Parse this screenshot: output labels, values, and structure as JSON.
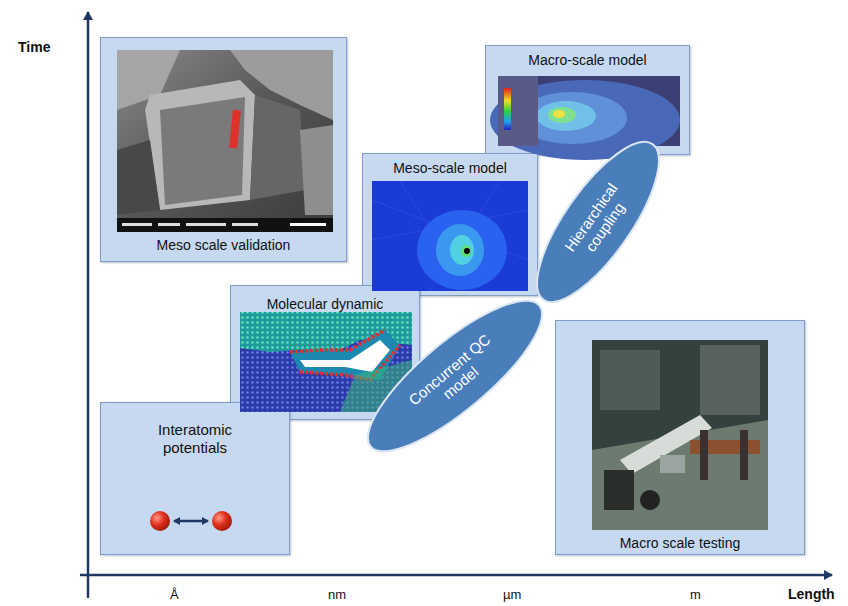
{
  "diagram": {
    "nodes": [
      {
        "text": [
          "Meso scale validation"
        ]
      },
      {
        "text": [
          "Macro-scale model"
        ]
      },
      {
        "text": [
          "Meso-scale model"
        ]
      },
      {
        "text": [
          "Hierarchical coupling"
        ]
      },
      {
        "text": [
          "Molecular dynamic"
        ]
      },
      {
        "text": [
          "Concurrent QC model"
        ]
      },
      {
        "text": [
          "Interatomic potentials"
        ]
      },
      {
        "text": [
          "Macro scale testing"
        ]
      }
    ],
    "labels": [
      "Time",
      "Length",
      "Å",
      "nm",
      "µm",
      "m"
    ]
  }
}
